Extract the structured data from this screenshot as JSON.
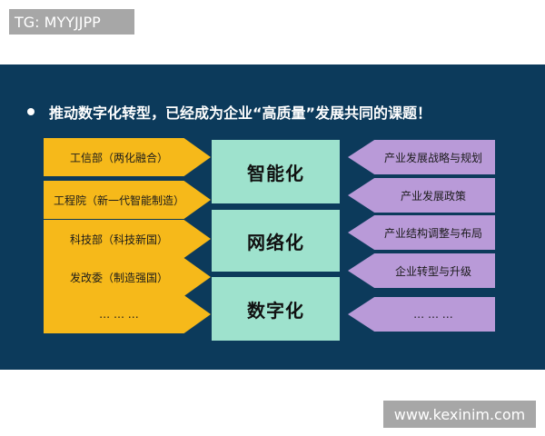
{
  "watermarks": {
    "top": "TG: MYYJJPP",
    "bottom": "www.kexinim.com"
  },
  "headline": "推动数字化转型，已经成为企业“高质量”发展共同的课题！",
  "left_arrows": [
    "工信部（两化融合）",
    "工程院（新一代智能制造）",
    "科技部（科技新国）",
    "发改委（制造强国）",
    "… … …"
  ],
  "center_boxes": [
    "智能化",
    "网络化",
    "数字化"
  ],
  "right_arrows": [
    "产业发展战略与规划",
    "产业发展政策",
    "产业结构调整与布局",
    "企业转型与升级",
    "… … …"
  ],
  "colors": {
    "panel": "#0c3a5b",
    "left_arrow": "#f6b91a",
    "center_box": "#9ee2cd",
    "right_arrow": "#b99ad8"
  }
}
